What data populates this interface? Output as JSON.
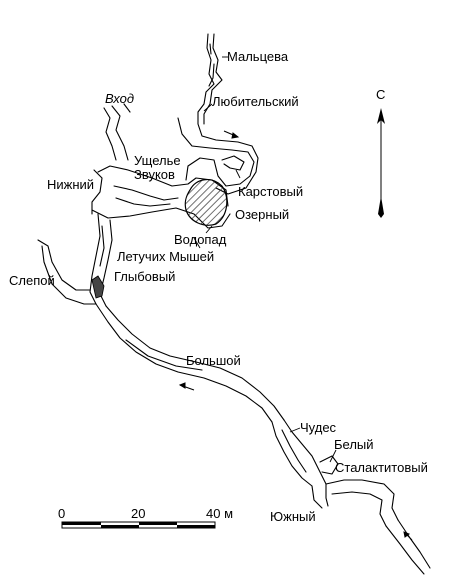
{
  "labels": {
    "maltseva": "Мальцева",
    "lyubitelsky": "Любительский",
    "vkhod": "Вход",
    "ushchelye": "Ущелье",
    "zvukov": "Звуков",
    "nizhny": "Нижний",
    "karstovy": "Карстовый",
    "ozerny": "Озерный",
    "vodopad": "Водопад",
    "letuchikh_myshey": "Летучих Мышей",
    "slepoy": "Слепой",
    "glybovy": "Глыбовый",
    "bolshoy": "Большой",
    "chudes": "Чудес",
    "bely": "Белый",
    "stalaktitovy": "Сталактитовый",
    "yuzhny": "Южный"
  },
  "compass": {
    "label": "С"
  },
  "scale": {
    "tick0": "0",
    "tick20": "20",
    "tick40": "40 м"
  },
  "colors": {
    "ink": "#000000",
    "paper": "#ffffff",
    "hatch": "#555555"
  }
}
